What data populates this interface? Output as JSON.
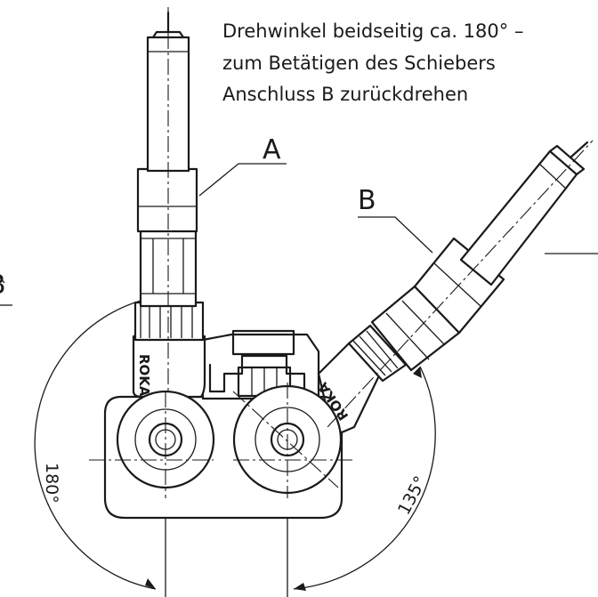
{
  "note": {
    "line1": "Drehwinkel beidseitig ca. 180° –",
    "line2": "zum Betätigen des Schiebers",
    "line3": "Anschluss B zurückdrehen"
  },
  "labels": {
    "a": "A",
    "b": "B"
  },
  "dimensions": {
    "left_angle": "180°",
    "right_angle": "135°"
  },
  "brand": {
    "left": "ROKA",
    "right": "ROKA"
  }
}
